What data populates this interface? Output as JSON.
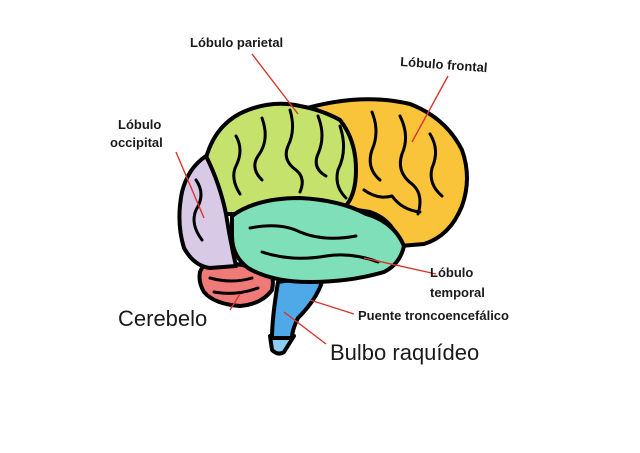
{
  "labels": {
    "parietal": "Lóbulo parietal",
    "frontal": "Lóbulo frontal",
    "occipital_line1": "Lóbulo",
    "occipital_line2": "occipital",
    "temporal_line1": "Lóbulo",
    "temporal_line2": "temporal",
    "cerebellum": "Cerebelo",
    "pons": "Puente troncoencefálico",
    "medulla": "Bulbo raquídeo"
  },
  "colors": {
    "parietal": "#c5e26c",
    "frontal": "#f9c43a",
    "occipital": "#d8c9e6",
    "temporal": "#7fdfb8",
    "cerebellum": "#f07a78",
    "pons": "#4fa8e8",
    "medulla": "#8ccdf3",
    "leader_lines": "#d9342b"
  }
}
